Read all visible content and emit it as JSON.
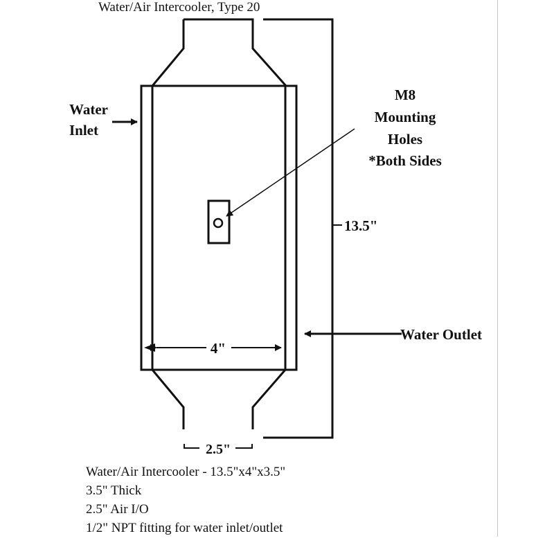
{
  "title": "Water/Air Intercooler, Type 20",
  "labels": {
    "water_inlet_line1": "Water",
    "water_inlet_line2": "Inlet",
    "water_outlet": "Water Outlet",
    "mounting_line1": "M8",
    "mounting_line2": "Mounting",
    "mounting_line3": "Holes",
    "mounting_line4": "*Both Sides"
  },
  "dimensions": {
    "height": "13.5\"",
    "width": "4\"",
    "port": "2.5\""
  },
  "specs": [
    "Water/Air Intercooler - 13.5\"x4\"x3.5\"",
    "3.5\" Thick",
    "2.5\" Air I/O",
    "1/2\" NPT fitting for water inlet/outlet"
  ],
  "colors": {
    "line": "#111111",
    "background": "#ffffff"
  }
}
